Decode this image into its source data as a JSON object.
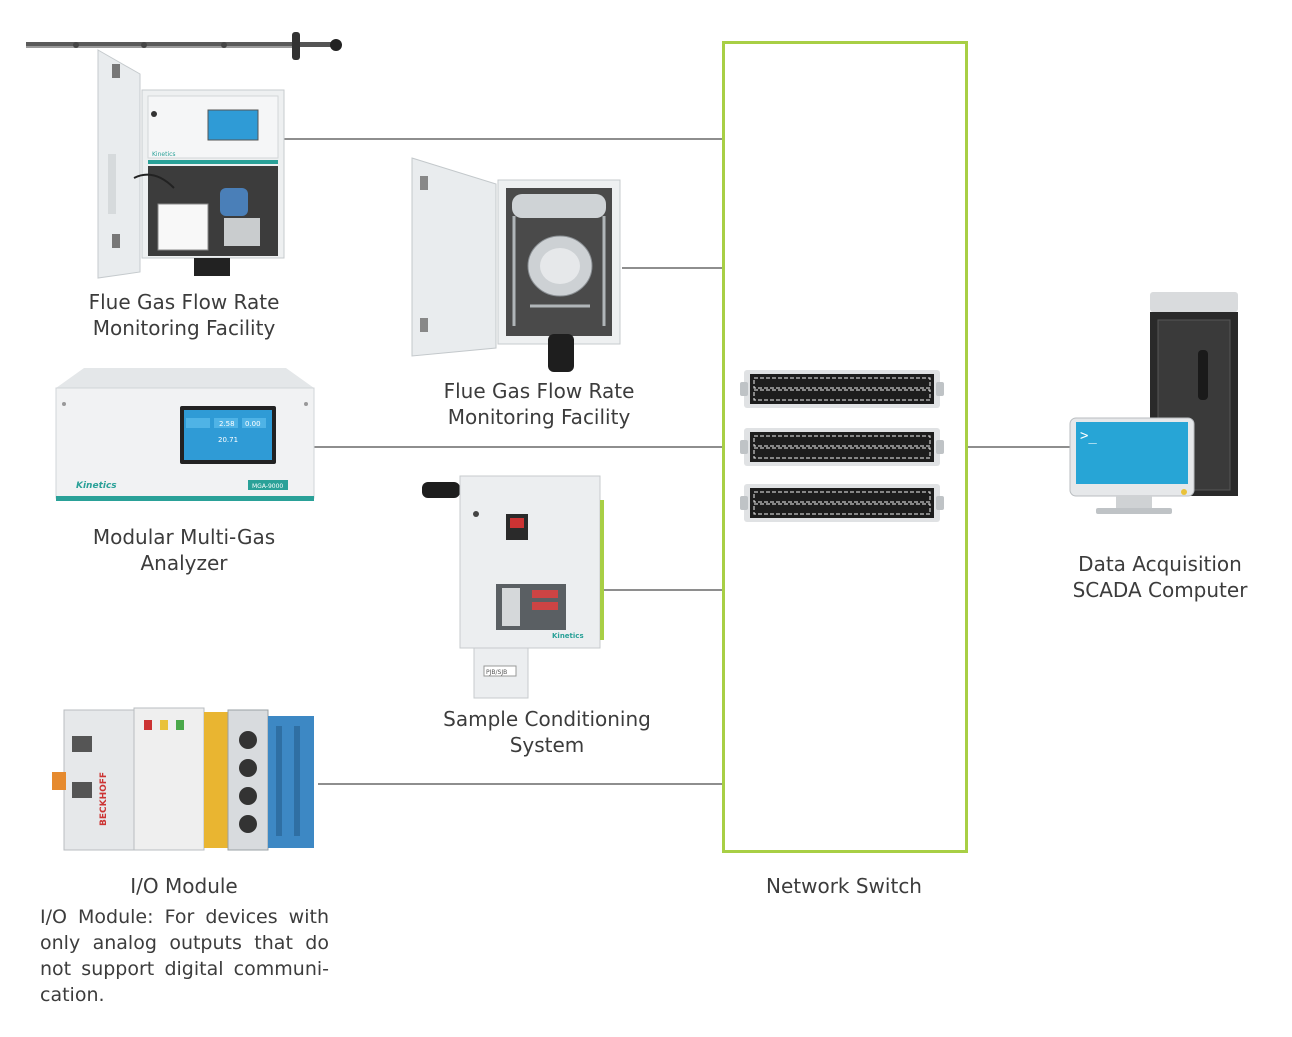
{
  "devices": {
    "flow_monitor_1": {
      "label_line1": "Flue Gas Flow Rate",
      "label_line2": "Monitoring Facility",
      "brand": "Kinetics"
    },
    "flow_monitor_2": {
      "label_line1": "Flue Gas Flow Rate",
      "label_line2": "Monitoring Facility"
    },
    "gas_analyzer": {
      "label_line1": "Modular Multi-Gas",
      "label_line2": "Analyzer",
      "brand": "Kinetics",
      "model": "MGA-9000",
      "screen_values": [
        "2.58",
        "0.00",
        "20.71"
      ]
    },
    "sample_conditioning": {
      "label_line1": "Sample Conditioning",
      "label_line2": "System",
      "brand": "Kinetics",
      "box_tag": "PJB/SJB"
    },
    "io_module": {
      "label": "I/O Module",
      "description": "I/O Module: For devices with only analog outputs that do not support digital communi-cation.",
      "brand": "BECKHOFF"
    },
    "network_switch": {
      "label": "Network Switch"
    },
    "scada": {
      "label_line1": "Data Acquisition",
      "label_line2": "SCADA Computer",
      "prompt": ">_"
    }
  },
  "colors": {
    "switch_border": "#a8cf45",
    "connector": "#8e8e8e",
    "brand_teal": "#2aa198",
    "screen_blue": "#2f9bd6"
  }
}
